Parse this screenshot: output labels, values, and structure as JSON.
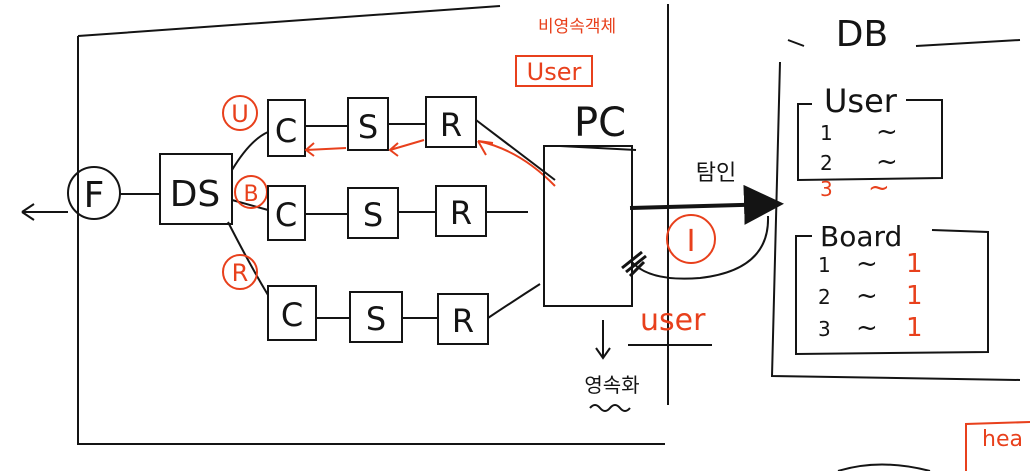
{
  "colors": {
    "ink": "#141414",
    "accent": "#e8401c",
    "background": "#ffffff"
  },
  "filter": {
    "label": "F"
  },
  "dispatcher": {
    "label": "DS"
  },
  "rows": [
    {
      "tag": "U",
      "controller": "C",
      "service": "S",
      "repository": "R"
    },
    {
      "tag": "B",
      "controller": "C",
      "service": "S",
      "repository": "R"
    },
    {
      "tag": "R",
      "controller": "C",
      "service": "S",
      "repository": "R"
    }
  ],
  "persistence_context": {
    "label": "PC",
    "top_note": "비영속객체",
    "entity_box": "User",
    "arrow_label": "탐인",
    "id_badge": "I",
    "bottom_entity": "user",
    "bottom_note": "영속화"
  },
  "db": {
    "title": "DB",
    "user_table": {
      "title": "User",
      "rows": [
        [
          "1",
          "~"
        ],
        [
          "2",
          "~"
        ],
        [
          "3",
          "~"
        ]
      ]
    },
    "board_table": {
      "title": "Board",
      "rows": [
        [
          "1",
          "~",
          "1"
        ],
        [
          "2",
          "~",
          "1"
        ],
        [
          "3",
          "~",
          "1"
        ]
      ]
    }
  },
  "corner_note": "hea"
}
